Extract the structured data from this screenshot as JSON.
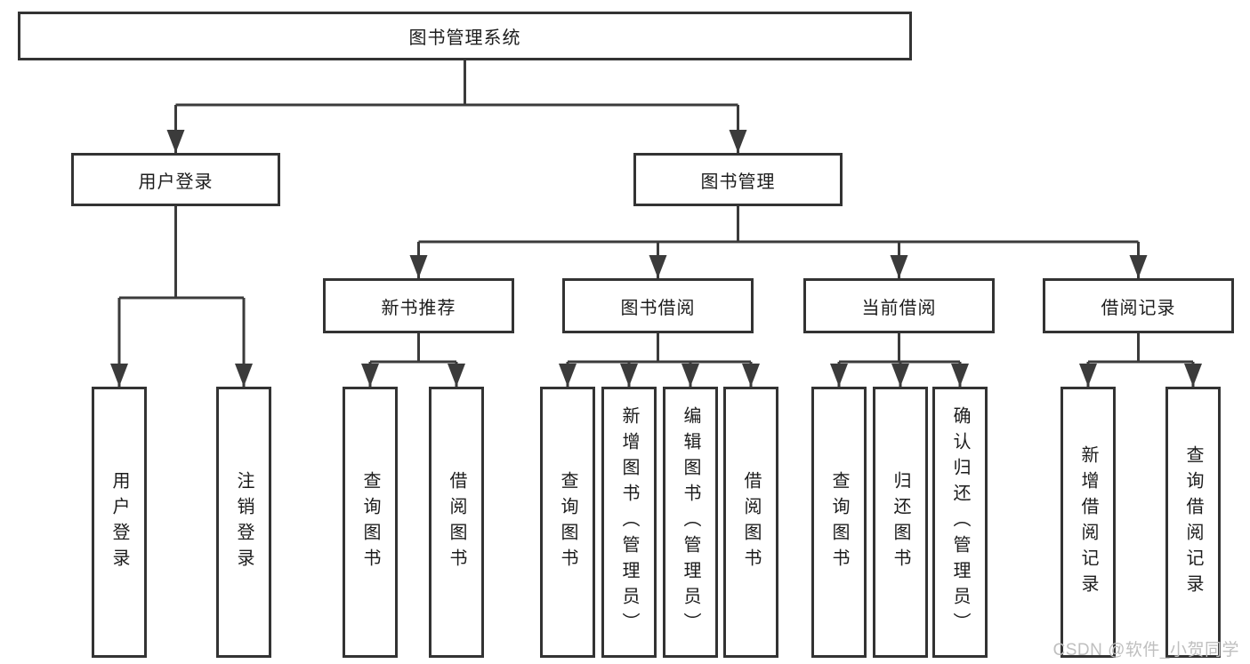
{
  "colors": {
    "line": "#3b3b3b",
    "border": "#333333",
    "fill": "#ffffff",
    "text": "#1c1c1c",
    "watermark": "#bfbfbf"
  },
  "watermark": "CSDN @软件_小贺同学",
  "tree": {
    "root": {
      "label": "图书管理系统"
    },
    "branches": [
      {
        "label": "用户登录",
        "leaves": [
          {
            "label": "用户登录"
          },
          {
            "label": "注销登录"
          }
        ]
      },
      {
        "label": "图书管理",
        "groups": [
          {
            "label": "新书推荐",
            "leaves": [
              {
                "label": "查询图书"
              },
              {
                "label": "借阅图书"
              }
            ]
          },
          {
            "label": "图书借阅",
            "leaves": [
              {
                "label": "查询图书"
              },
              {
                "label": "新增图书（管理员）"
              },
              {
                "label": "编辑图书（管理员）"
              },
              {
                "label": "借阅图书"
              }
            ]
          },
          {
            "label": "当前借阅",
            "leaves": [
              {
                "label": "查询图书"
              },
              {
                "label": "归还图书"
              },
              {
                "label": "确认归还（管理员）"
              }
            ]
          },
          {
            "label": "借阅记录",
            "leaves": [
              {
                "label": "新增借阅记录"
              },
              {
                "label": "查询借阅记录"
              }
            ]
          }
        ]
      }
    ]
  }
}
